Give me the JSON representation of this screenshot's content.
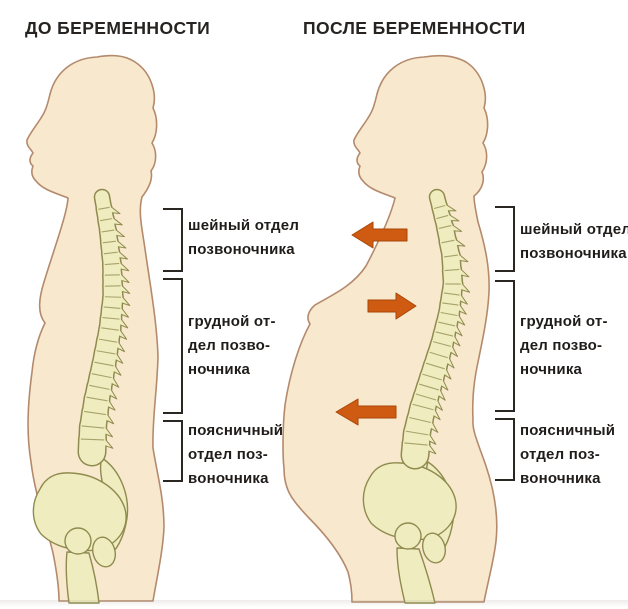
{
  "colors": {
    "skin": "#f8e8cd",
    "skin_outline": "#b48a6d",
    "bone_fill": "#efecc0",
    "bone_outline": "#8f8b4e",
    "arrow": "#cf5a12",
    "arrow_outline": "#a84708",
    "bracket": "#2a2622",
    "text": "#1f1c1a"
  },
  "panels": {
    "before": {
      "title": "ДО БЕРЕМЕННОСТИ",
      "sections": [
        {
          "name": "cervical",
          "lines": [
            "шейный отдел",
            "позвоночника"
          ]
        },
        {
          "name": "thoracic",
          "lines": [
            "грудной от-",
            "дел позво-",
            "ночника"
          ]
        },
        {
          "name": "lumbar",
          "lines": [
            "поясничный",
            "отдел поз-",
            "воночника"
          ]
        }
      ]
    },
    "after": {
      "title": "ПОСЛЕ БЕРЕМЕННОСТИ",
      "sections": [
        {
          "name": "cervical",
          "lines": [
            "шейный отдел",
            "позвоночника"
          ]
        },
        {
          "name": "thoracic",
          "lines": [
            "грудной от-",
            "дел позво-",
            "ночника"
          ]
        },
        {
          "name": "lumbar",
          "lines": [
            "поясничный",
            "отдел поз-",
            "воночника"
          ]
        }
      ]
    }
  },
  "arrows": [
    {
      "name": "cervical-shift",
      "direction": "left"
    },
    {
      "name": "thoracic-shift",
      "direction": "right"
    },
    {
      "name": "lumbar-shift",
      "direction": "left"
    }
  ]
}
